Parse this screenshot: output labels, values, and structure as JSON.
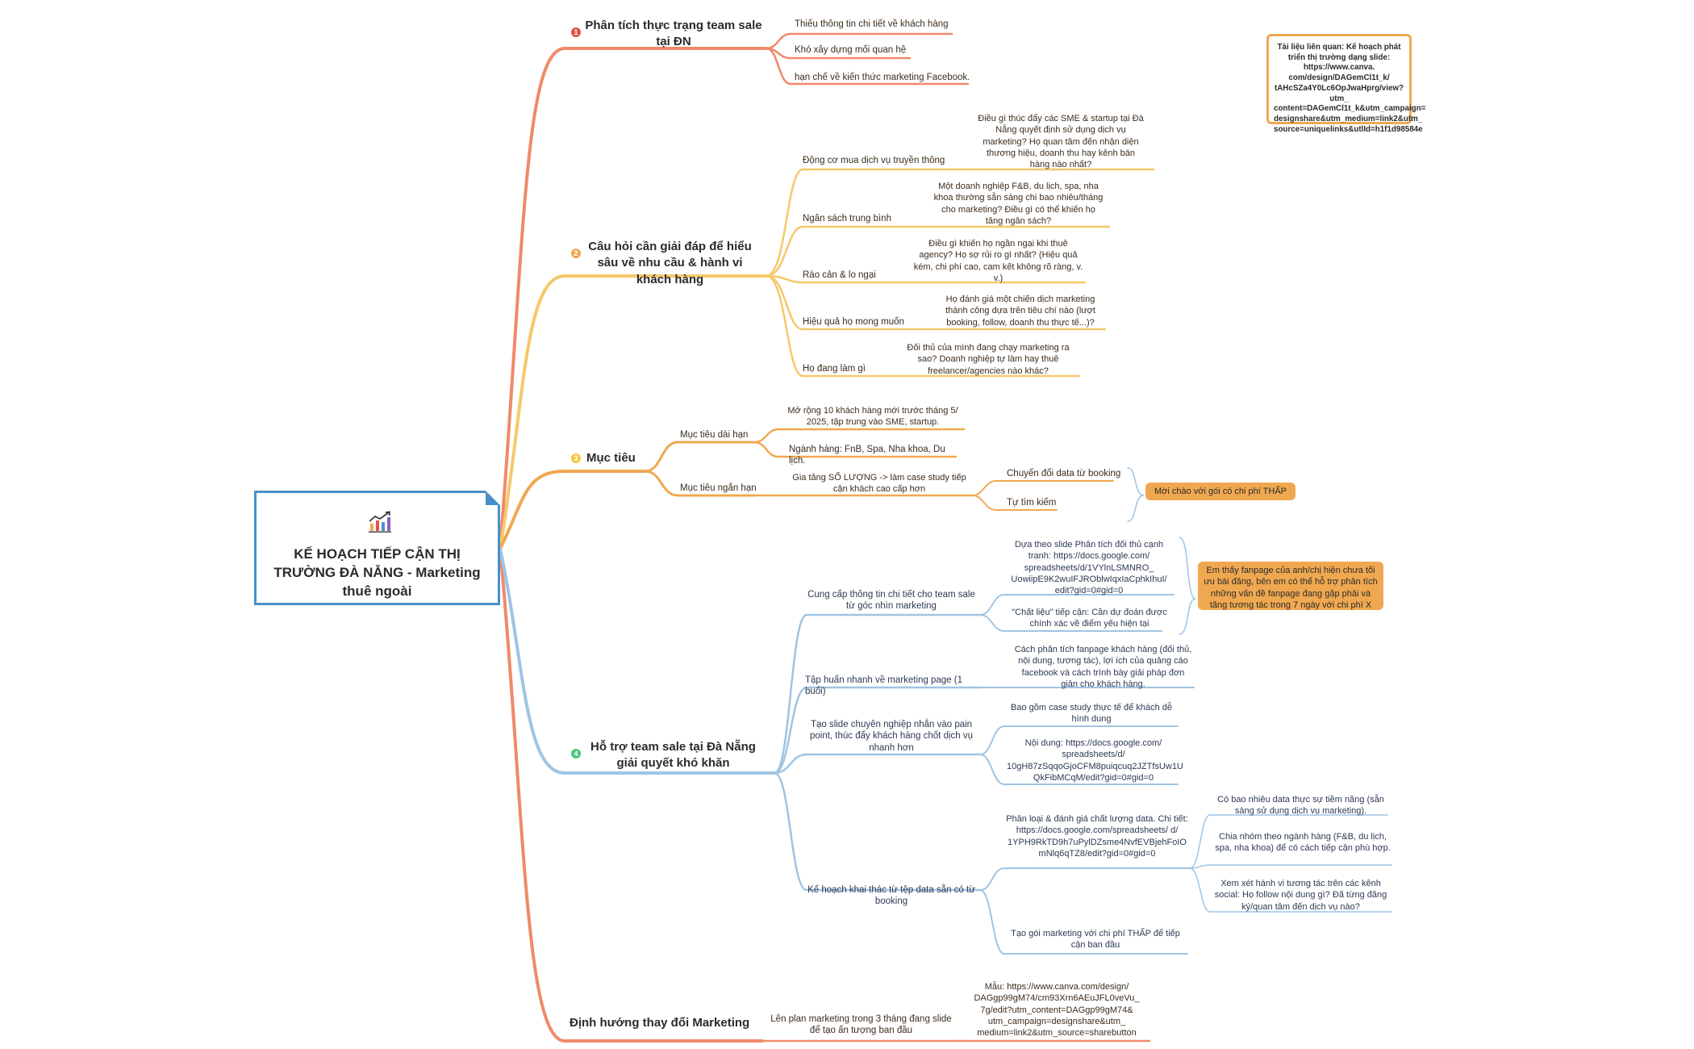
{
  "root": {
    "title": "KẾ HOẠCH TIẾP CẬN THỊ TRƯỜNG ĐÀ NẴNG - Marketing thuê ngoài",
    "icon": "chart-growth-icon"
  },
  "reference_note": "Tài liệu liên quan: Kế hoạch phát triển thị trường dạng slide: https://www.canva. com/design/DAGemCl1t_k/ tAHcSZa4Y0Lc6OpJwaHprg/view?utm_ content=DAGemCl1t_k&utm_campaign= designshare&utm_medium=link2&utm_ source=uniquelinks&utlId=h1f1d98584e",
  "colors": {
    "branch1": "#f0896a",
    "branch2": "#f5c86a",
    "branch3": "#f0a850",
    "branch4": "#9fc4e4",
    "root_border": "#4a90c8",
    "callout_orange": "#f0a850"
  },
  "branch1": {
    "number": "1",
    "title": "Phân tích thực trạng team sale tại ĐN",
    "items": [
      "Thiếu thông tin chi tiết về khách hàng",
      "Khó xây dựng mối quan hệ",
      "hạn chế về kiến thức marketing Facebook."
    ]
  },
  "branch2": {
    "number": "2",
    "title": "Câu hỏi cần giải đáp để hiểu sâu về nhu cầu & hành vi khách hàng",
    "items": [
      {
        "label": "Động cơ mua dịch vụ truyền thông",
        "detail": "Điều gì thúc đẩy các SME & startup tại Đà Nẵng quyết định sử dụng dịch vụ marketing? Họ quan tâm đến nhận diện thương hiệu, doanh thu hay kênh bán hàng nào nhất?"
      },
      {
        "label": "Ngân sách trung bình",
        "detail": "Một doanh nghiệp F&B, du lịch, spa, nha khoa thường sẵn sàng chi bao nhiêu/tháng cho marketing? Điều gì có thể khiến họ tăng ngân sách?"
      },
      {
        "label": "Rào cản & lo ngại",
        "detail": "Điều gì khiến họ ngần ngại khi thuê agency? Họ sợ rủi ro gì nhất? (Hiệu quả kém, chi phí cao, cam kết không rõ ràng, v. v.)"
      },
      {
        "label": "Hiệu quả họ mong muốn",
        "detail": "Họ đánh giá một chiến dịch marketing thành công dựa trên tiêu chí nào (lượt booking, follow, doanh thu thực tế...)?"
      },
      {
        "label": "Họ đang làm gì",
        "detail": "Đối thủ của mình đang chạy marketing ra sao? Doanh nghiệp tự làm hay thuê freelancer/agencies nào khác?"
      }
    ]
  },
  "branch3": {
    "number": "3",
    "title": "Mục tiêu",
    "long_term": {
      "label": "Mục tiêu dài hạn",
      "items": [
        "Mở rộng 10 khách hàng mới trước tháng 5/ 2025, tập trung vào SME, startup.",
        "Ngành hàng: FnB, Spa, Nha khoa, Du lịch."
      ]
    },
    "short_term": {
      "label": "Mục tiêu ngắn hạn",
      "item": "Gia tăng SỐ LƯỢNG -> làm case study tiếp cận khách cao cấp hơn",
      "subitems": [
        "Chuyển đổi data từ booking",
        "Tự tìm kiếm"
      ],
      "callout": "Mời chào với gói có chi phí THẤP"
    }
  },
  "branch4": {
    "number": "4",
    "title": "Hỗ trợ team sale tại Đà Nẵng giải quyết khó khăn",
    "items": [
      {
        "label": "Cung cấp thông tin chi tiết cho team sale từ góc nhìn marketing",
        "subitems": [
          "Dựa theo slide Phân tích đối thủ cạnh tranh: https://docs.google.com/ spreadsheets/d/1VYlnLSMNRO_ UowiipE9K2wuIFJROblwIqxIaCphkIhuI/ edit?gid=0#gid=0",
          "\"Chất liệu\" tiếp cận: Cần dự đoán được chính xác về điểm yếu hiện tại"
        ],
        "callout": "Em thấy fanpage của anh/chị hiện chưa tối ưu bài đăng, bên em có thể hỗ trợ phân tích những vấn đề fanpage đang gặp phải và tăng tương tác trong 7 ngày với chi phí X"
      },
      {
        "label": "Tập huấn nhanh về marketing page (1 buổi)",
        "detail": "Cách phân tích fanpage khách hàng (đối thủ, nội dung, tương tác), lợi ích của quảng cáo facebook và cách trình bày giải pháp đơn giản cho khách hàng."
      },
      {
        "label": "Tạo slide chuyên nghiệp nhắn vào pain point, thúc đẩy khách hàng chốt dịch vụ nhanh hơn",
        "subitems": [
          "Bao gồm case study thực tế để khách dễ hình dung",
          "Nội dung: https://docs.google.com/ spreadsheets/d/ 10gH87zSqqoGjoCFM8puiqcuq2JZTfsUw1U QkFibMCqM/edit?gid=0#gid=0"
        ]
      },
      {
        "label": "Kế hoạch khai thác từ tệp data sẵn có từ booking",
        "subitems": [
          {
            "text": "Phân loại & đánh giá chất lượng data. Chi tiết: https://docs.google.com/spreadsheets/ d/ 1YPH9RkTD9h7uPylDZsme4NvfEVBjehFoIO mNlq6qTZ8/edit?gid=0#gid=0",
            "children": [
              "Có bao nhiêu data thực sự tiềm năng (sẵn sàng sử dụng dịch vụ marketing).",
              "Chia nhóm theo ngành hàng (F&B, du lịch, spa, nha khoa) để có cách tiếp cận phù hợp.",
              "Xem xét hành vi tương tác trên các kênh social: Họ follow nội dung gì? Đã từng đăng ký/quan tâm đến dịch vụ nào?"
            ]
          },
          {
            "text": "Tạo gói marketing với chi phí THẤP để tiếp cận ban đầu",
            "children": []
          }
        ]
      }
    ]
  },
  "branch5": {
    "title": "Định hướng thay đổi Marketing",
    "item": "Lên plan marketing trong 3 tháng đang slide để tạo ấn tượng ban đầu",
    "detail": "Mẫu: https://www.canva.com/design/ DAGgp99gM74/cm93Xrn6AEuJFL0veVu_ 7g/edit?utm_content=DAGgp99gM74& utm_campaign=designshare&utm_ medium=link2&utm_source=sharebutton"
  }
}
